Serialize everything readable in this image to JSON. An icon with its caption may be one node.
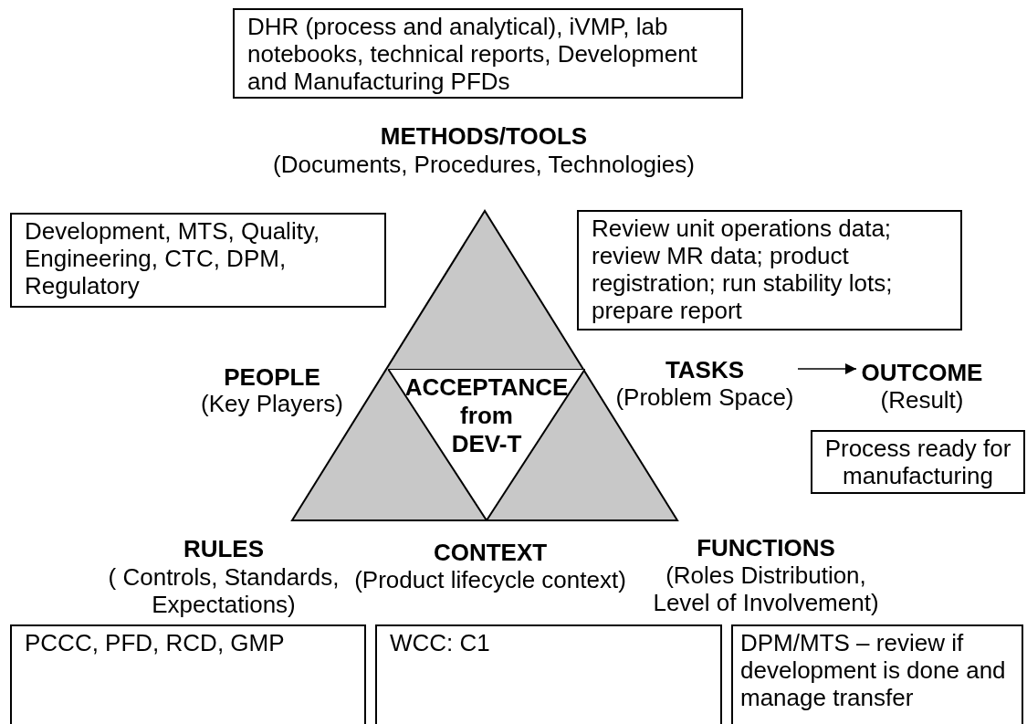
{
  "diagram": {
    "nodes": [
      {
        "text": [
          "DHR (process and analytical), iVMP, lab notebooks, technical reports, Development and  Manufacturing PFDs"
        ]
      },
      {
        "text": [
          "Development, MTS, Quality, Engineering, CTC, DPM, Regulatory"
        ]
      },
      {
        "text": [
          "Review unit operations data; review MR data; product registration; run stability lots; prepare report"
        ]
      },
      {
        "text": [
          "TASKS",
          "(Problem Space)"
        ]
      },
      {
        "text": [
          "OUTCOME",
          "(Result)"
        ]
      },
      {
        "text": [
          "Process ready for manufacturing"
        ]
      },
      {
        "text": [
          "ACCEPTANCE from DEV-T"
        ]
      },
      {
        "text": [
          "PCCC, PFD, RCD, GMP"
        ]
      },
      {
        "text": [
          "WCC: C1"
        ]
      },
      {
        "text": [
          "DPM/MTS – review if development is done and manage transfer"
        ]
      }
    ],
    "edges": [
      {
        "from": 3,
        "to": 4,
        "arrow": "to"
      }
    ],
    "labels": [
      "METHODS/TOOLS",
      "(Documents, Procedures, Technologies)",
      "PEOPLE",
      "(Key Players)",
      "RULES",
      "( Controls, Standards, Expectations)",
      "CONTEXT",
      "(Product lifecycle context)",
      "FUNCTIONS",
      "(Roles Distribution, Level of Involvement)"
    ]
  }
}
